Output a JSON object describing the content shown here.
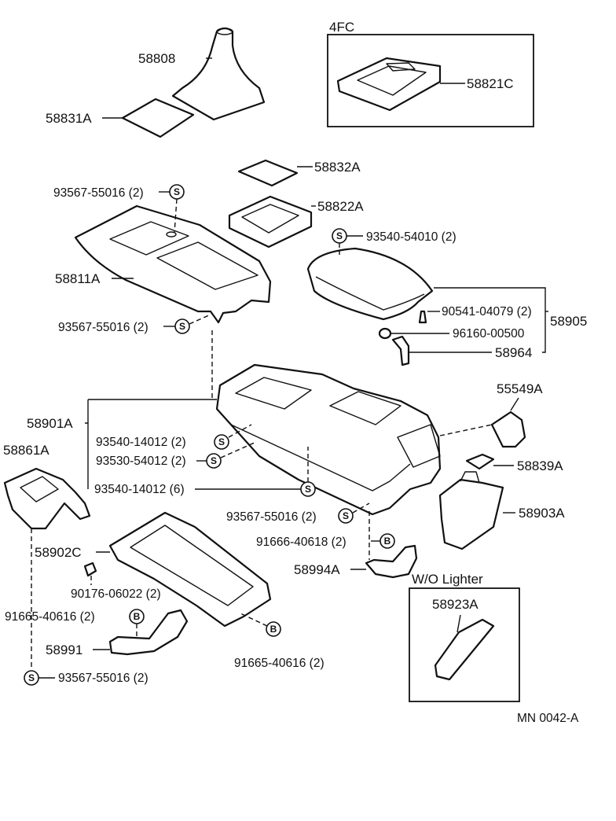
{
  "parts": {
    "p58808": "58808",
    "p58831A": "58831A",
    "p58832A": "58832A",
    "p58822A": "58822A",
    "p58811A": "58811A",
    "p58905": "58905",
    "p58964": "58964",
    "p55549A": "55549A",
    "p58901A": "58901A",
    "p58861A": "58861A",
    "p58839A": "58839A",
    "p58903A": "58903A",
    "p58902C": "58902C",
    "p58994A": "58994A",
    "p58991": "58991",
    "p58821C": "58821C",
    "p58923A": "58923A"
  },
  "fasteners": {
    "f93567_55016_2_top": "93567-55016 (2)",
    "f93540_54010_2": "93540-54010 (2)",
    "f93567_55016_2_mid": "93567-55016 (2)",
    "f90541_04079_2": "90541-04079 (2)",
    "f96160_00500": "96160-00500",
    "f93540_14012_2": "93540-14012 (2)",
    "f93530_54012_2": "93530-54012 (2)",
    "f93540_14012_6": "93540-14012 (6)",
    "f93567_55016_2_low": "93567-55016 (2)",
    "f91666_40618_2": "91666-40618 (2)",
    "f90176_06022_2": "90176-06022 (2)",
    "f91665_40616_2_left": "91665-40616 (2)",
    "f91665_40616_2_right": "91665-40616 (2)",
    "f93567_55016_2_bottom": "93567-55016 (2)"
  },
  "symbols": {
    "screw": "S",
    "bolt": "B"
  },
  "insets": {
    "fc4_title": "4FC",
    "wo_lighter_title": "W/O Lighter"
  },
  "footer": {
    "code": "MN  0042-A"
  }
}
